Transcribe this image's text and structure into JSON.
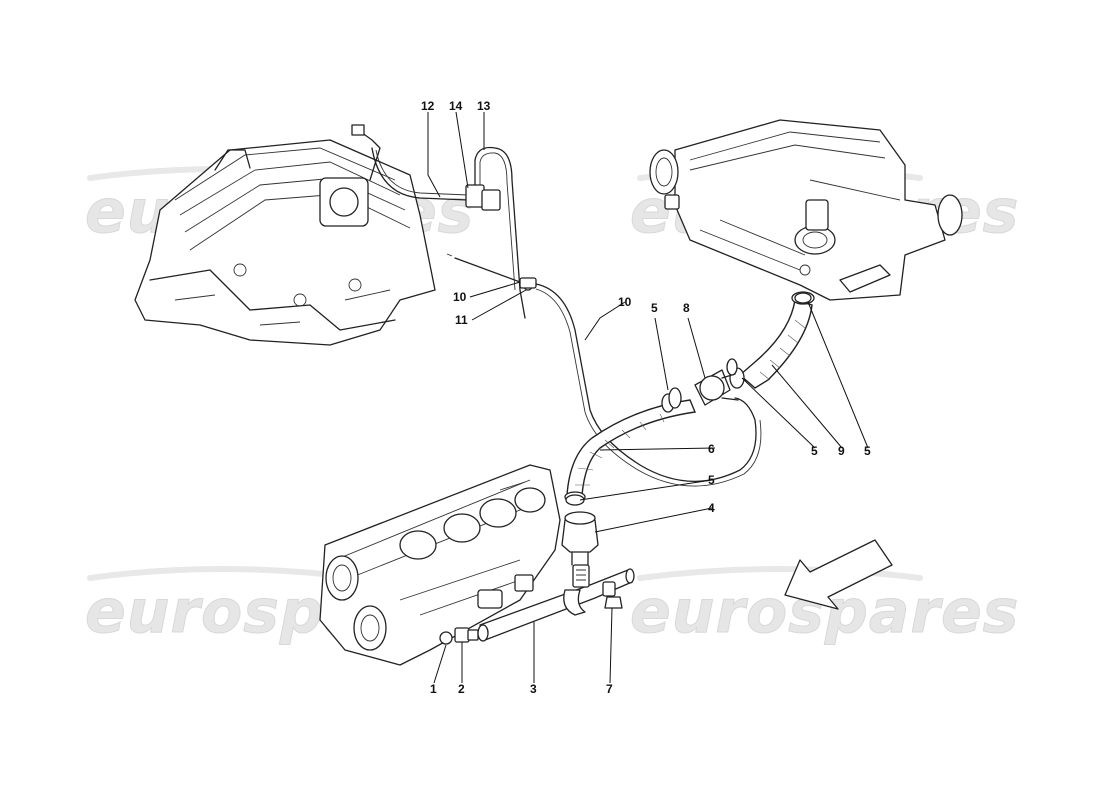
{
  "watermarks": [
    "eurospares",
    "eurospares",
    "eurospares",
    "eurospares"
  ],
  "callouts": [
    {
      "id": "12",
      "text": "12"
    },
    {
      "id": "14",
      "text": "14"
    },
    {
      "id": "13",
      "text": "13"
    },
    {
      "id": "10a",
      "text": "10"
    },
    {
      "id": "11",
      "text": "11"
    },
    {
      "id": "10b",
      "text": "10"
    },
    {
      "id": "5a",
      "text": "5"
    },
    {
      "id": "8",
      "text": "8"
    },
    {
      "id": "5b",
      "text": "5"
    },
    {
      "id": "9",
      "text": "9"
    },
    {
      "id": "5c",
      "text": "5"
    },
    {
      "id": "6",
      "text": "6"
    },
    {
      "id": "5d",
      "text": "5"
    },
    {
      "id": "4",
      "text": "4"
    },
    {
      "id": "1",
      "text": "1"
    },
    {
      "id": "2",
      "text": "2"
    },
    {
      "id": "3",
      "text": "3"
    },
    {
      "id": "7",
      "text": "7"
    }
  ],
  "direction_icon": "direction-arrow-icon"
}
